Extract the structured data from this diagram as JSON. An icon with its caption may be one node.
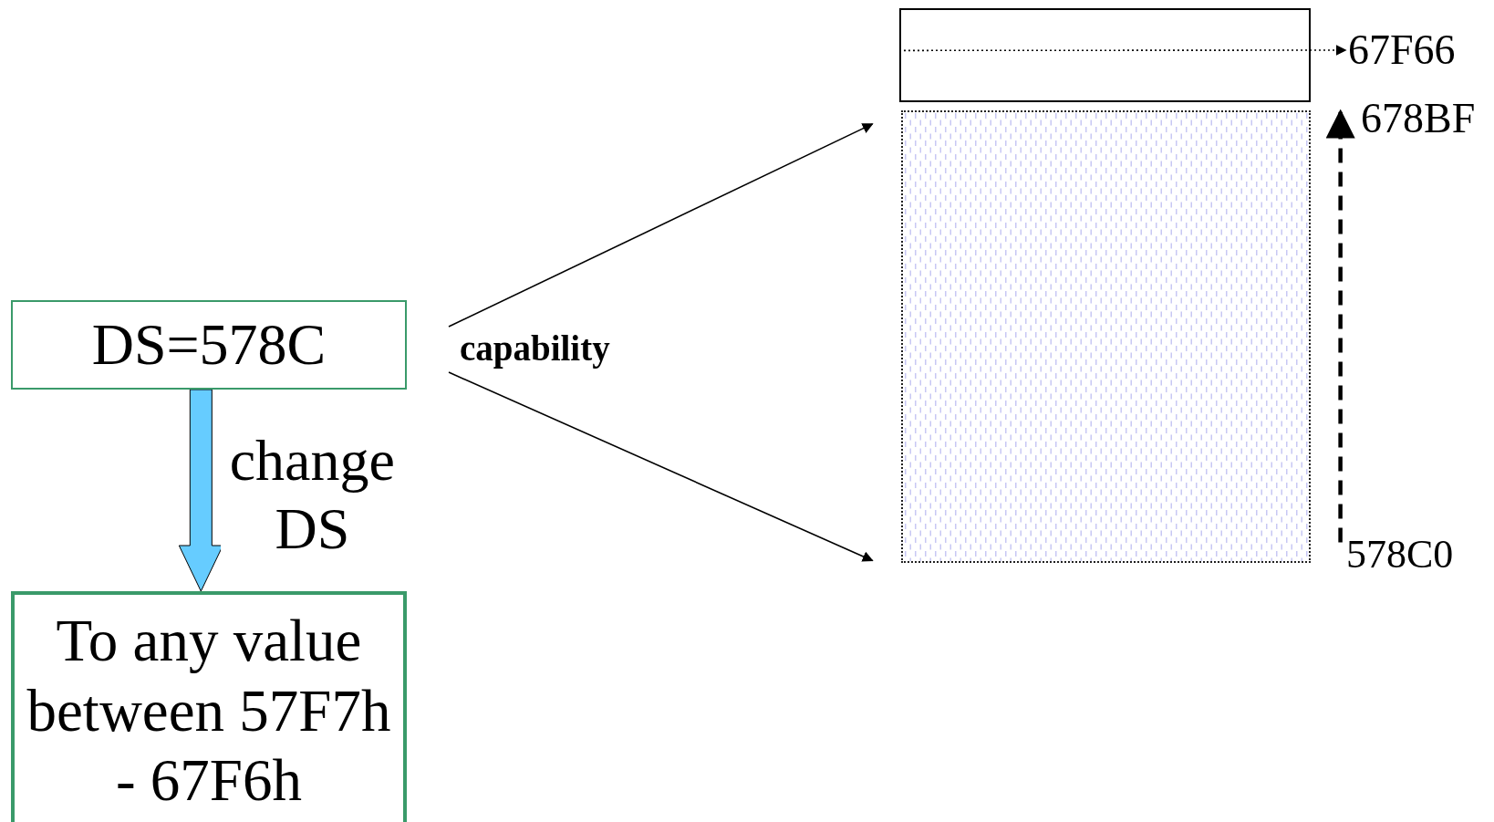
{
  "diagram": {
    "nodes": [
      {
        "text": [
          "DS=578C"
        ]
      },
      {
        "text": [
          "To any value between 57F7h - 67F6h"
        ]
      },
      {
        "text": [],
        "shape": "box"
      },
      {
        "text": [],
        "shape": "box"
      },
      {
        "text": [
          "67F66"
        ]
      },
      {
        "text": [
          "capability"
        ]
      },
      {
        "text": [
          "678BF"
        ]
      },
      {
        "text": [
          "578C0"
        ]
      }
    ],
    "edges": [
      {
        "from": 0,
        "to": 1,
        "arrow": "to",
        "label": "change DS",
        "style": "thick",
        "color": "#66ccff"
      },
      {
        "from": 2,
        "to": 4,
        "arrow": "to",
        "style": "dashed"
      },
      {
        "from": 5,
        "to": 3,
        "arrow": "to"
      },
      {
        "from": 5,
        "to": 3,
        "arrow": "to"
      },
      {
        "from": 7,
        "to": 6,
        "arrow": "to",
        "style": "dashed"
      }
    ]
  }
}
